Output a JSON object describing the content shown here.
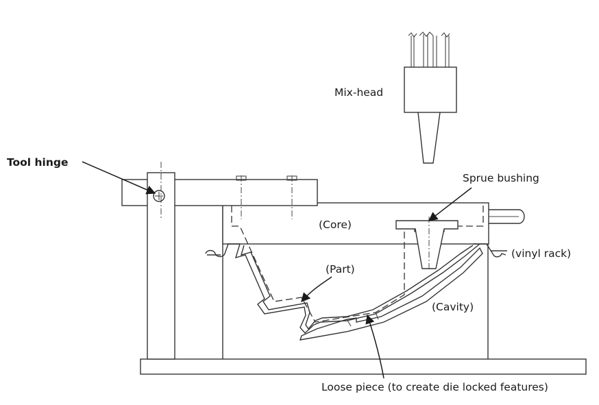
{
  "labels": {
    "mix_head": "Mix-head",
    "tool_hinge": "Tool hinge",
    "sprue_bushing": "Sprue bushing",
    "core": "(Core)",
    "vinyl_rack": "(vinyl rack)",
    "part": "(Part)",
    "cavity": "(Cavity)",
    "loose_piece": "Loose piece (to create die locked features)"
  }
}
